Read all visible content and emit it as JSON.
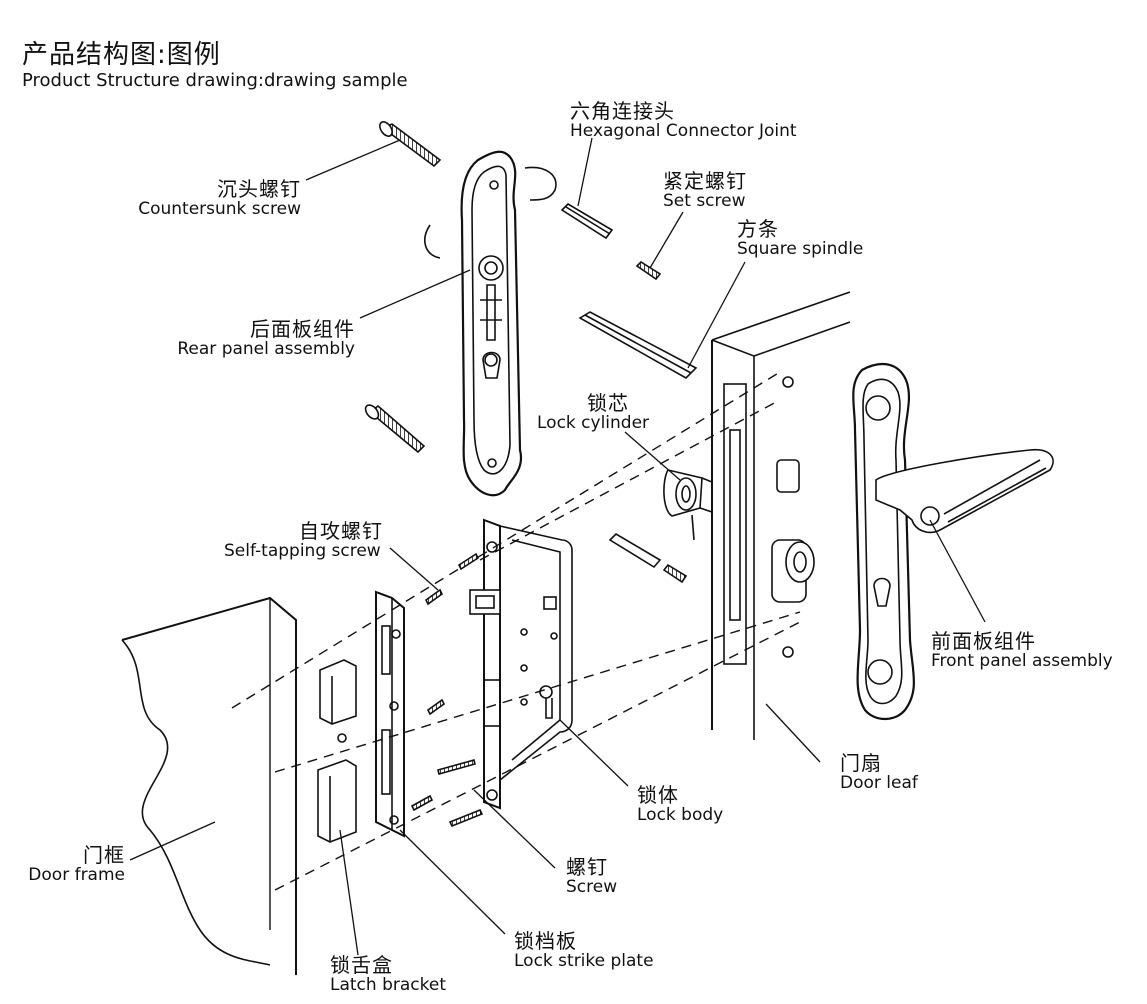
{
  "title": {
    "cn": "产品结构图:图例",
    "en": "Product Structure drawing:drawing sample"
  },
  "labels": {
    "hex_connector": {
      "cn": "六角连接头",
      "en": "Hexagonal Connector Joint"
    },
    "set_screw": {
      "cn": "紧定螺钉",
      "en": "Set screw"
    },
    "square_spindle": {
      "cn": "方条",
      "en": "Square spindle"
    },
    "countersunk_screw": {
      "cn": "沉头螺钉",
      "en": "Countersunk screw"
    },
    "rear_panel": {
      "cn": "后面板组件",
      "en": "Rear panel assembly"
    },
    "lock_cylinder": {
      "cn": "锁芯",
      "en": "Lock cylinder"
    },
    "self_tapping_screw": {
      "cn": "自攻螺钉",
      "en": "Self-tapping screw"
    },
    "front_panel": {
      "cn": "前面板组件",
      "en": "Front panel assembly"
    },
    "lock_body": {
      "cn": "锁体",
      "en": "Lock body"
    },
    "door_leaf": {
      "cn": "门扇",
      "en": "Door leaf"
    },
    "door_frame": {
      "cn": "门框",
      "en": "Door frame"
    },
    "screw": {
      "cn": "螺钉",
      "en": "Screw"
    },
    "strike_plate": {
      "cn": "锁档板",
      "en": "Lock strike plate"
    },
    "latch_bracket": {
      "cn": "锁舌盒",
      "en": "Latch bracket"
    }
  }
}
